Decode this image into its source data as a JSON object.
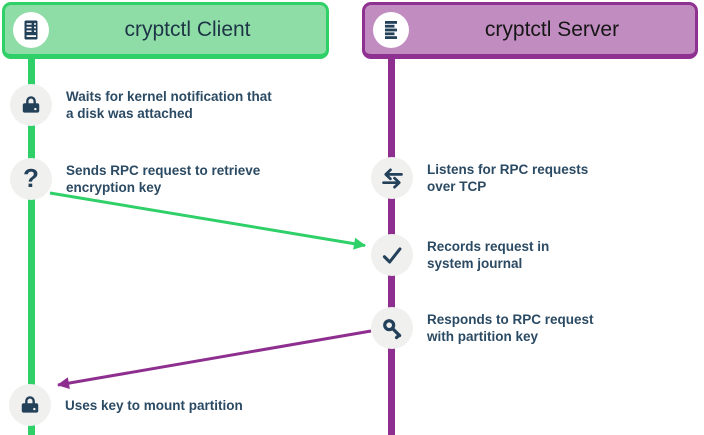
{
  "client": {
    "title": "cryptctl Client",
    "header_icon": "server-rack-icon",
    "events": [
      {
        "icon": "disk-lock-icon",
        "line1": "Waits for kernel notification that",
        "line2": "a disk was attached"
      },
      {
        "icon": "question-icon",
        "glyph": "?",
        "line1": "Sends RPC request to retrieve",
        "line2": "encryption key"
      },
      {
        "icon": "disk-lock-icon",
        "line1": "Uses key to mount partition",
        "line2": ""
      }
    ]
  },
  "server": {
    "title": "cryptctl Server",
    "header_icon": "server-stack-icon",
    "events": [
      {
        "icon": "transfer-icon",
        "line1": "Listens for RPC requests",
        "line2": "over TCP"
      },
      {
        "icon": "check-icon",
        "line1": "Records request in",
        "line2": "system journal"
      },
      {
        "icon": "key-icon",
        "line1": "Responds to RPC request",
        "line2": "with partition key"
      }
    ]
  },
  "arrows": [
    {
      "name": "rpc-request-arrow",
      "from": "client-question-event",
      "to": "server-check-event",
      "color": "#2fd068"
    },
    {
      "name": "key-response-arrow",
      "from": "server-key-event",
      "to": "client-mount-event",
      "color": "#8e2f90"
    }
  ],
  "colors": {
    "client_accent": "#2fd068",
    "client_fill": "#8edda7",
    "server_accent": "#8e3190",
    "server_line": "#8e2f90",
    "icon_navy": "#24415a",
    "event_text": "#2b4a63",
    "event_circle_bg": "#f0f0ef"
  }
}
